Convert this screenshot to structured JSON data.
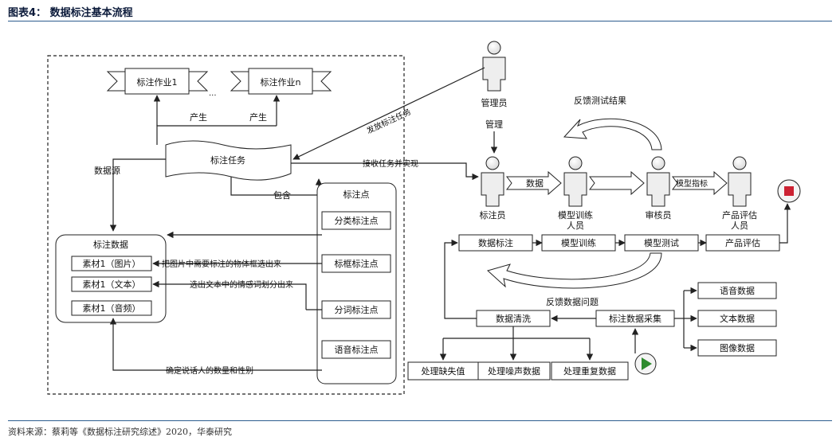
{
  "title": "图表4：  数据标注基本流程",
  "source": "资料来源：蔡莉等《数据标注研究综述》2020，华泰研究",
  "left": {
    "job1": "标注作业1",
    "jobn": "标注作业n",
    "ellipsis": "...",
    "produce1": "产生",
    "produce2": "产生",
    "task": "标注任务",
    "datasource": "数据源",
    "include": "包含",
    "data_header": "标注数据",
    "materials": [
      "素材1（图片）",
      "素材1（文本）",
      "素材1（音频）"
    ],
    "points_header": "标注点",
    "points": [
      "分类标注点",
      "标框标注点",
      "分词标注点",
      "语音标注点"
    ],
    "notes": [
      "把图片中需要标注的物体框选出来",
      "选出文本中的情感词划分出来",
      "确定说话人的数量和性别"
    ]
  },
  "right": {
    "manager": "管理员",
    "manage": "管理",
    "publish": "发放标注任务",
    "receive": "接收任务并实现",
    "feedback_test": "反馈测试结果",
    "data_arrow": "数据",
    "metric_arrow": "模型指标",
    "roles": [
      "标注员",
      "模型训练\n人员",
      "审核员",
      "产品评估\n人员"
    ],
    "stages": [
      "数据标注",
      "模型训练",
      "模型测试",
      "产品评估"
    ],
    "feedback_issue": "反馈数据问题",
    "clean": "数据清洗",
    "collect": "标注数据采集",
    "data_types": [
      "语音数据",
      "文本数据",
      "图像数据"
    ],
    "process": [
      "处理缺失值",
      "处理噪声数据",
      "处理重复数据"
    ]
  },
  "colors": {
    "accent": "#2d5d8e",
    "stop_red": "#cc2233",
    "play_green": "#2e8b2e"
  }
}
